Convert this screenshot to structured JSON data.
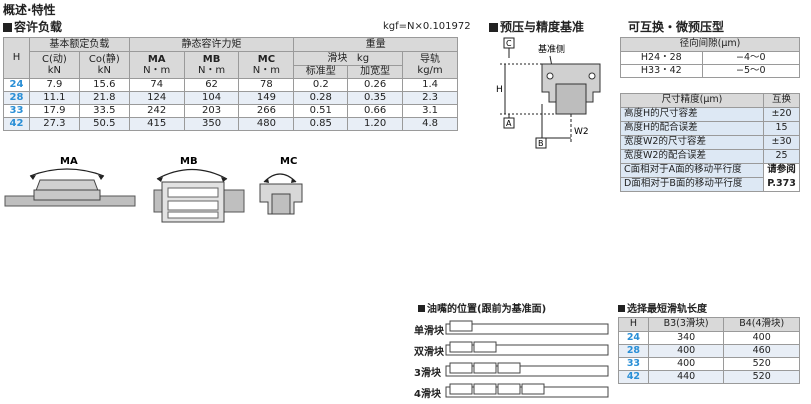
{
  "page_title": "概述·特性",
  "load": {
    "title": "容许负载",
    "kgf_note": "kgf=N×0.101972",
    "h_col": "H",
    "group_basic": "基本额定负载",
    "group_static": "静态容许力矩",
    "group_weight": "重量",
    "c_dyn": "C(动)",
    "c_static": "Co(静)",
    "unit_kn": "kN",
    "ma": "MA",
    "mb": "MB",
    "mc": "MC",
    "unit_nm": "N・m",
    "block": "滑块",
    "kg": "kg",
    "rail": "导轨",
    "std": "标准型",
    "wide": "加宽型",
    "kgm": "kg/m",
    "rows": [
      {
        "h": "24",
        "c": "7.9",
        "co": "15.6",
        "ma": "74",
        "mb": "62",
        "mc": "78",
        "std": "0.2",
        "wide": "0.26",
        "rail": "1.4"
      },
      {
        "h": "28",
        "c": "11.1",
        "co": "21.8",
        "ma": "124",
        "mb": "104",
        "mc": "149",
        "std": "0.28",
        "wide": "0.35",
        "rail": "2.3"
      },
      {
        "h": "33",
        "c": "17.9",
        "co": "33.5",
        "ma": "242",
        "mb": "203",
        "mc": "266",
        "std": "0.51",
        "wide": "0.66",
        "rail": "3.1"
      },
      {
        "h": "42",
        "c": "27.3",
        "co": "50.5",
        "ma": "415",
        "mb": "350",
        "mc": "480",
        "std": "0.85",
        "wide": "1.20",
        "rail": "4.8"
      }
    ]
  },
  "moment_labels": {
    "ma": "MA",
    "mb": "MB",
    "mc": "MC"
  },
  "accuracy": {
    "title": "预压与精度基准",
    "base_side": "基准侧",
    "label_c": "C",
    "label_a": "A",
    "label_b": "B",
    "label_h": "H",
    "label_w2": "W2"
  },
  "preload": {
    "title": "可互换・微预压型",
    "radial_header": "径向间隙(μm)",
    "radial_rows": [
      {
        "size": "H24・28",
        "value": "−4〜0"
      },
      {
        "size": "H33・42",
        "value": "−5〜0"
      }
    ],
    "acc_header": "尺寸精度(μm)",
    "interchange": "互换",
    "acc_rows": [
      {
        "item": "高度H的尺寸容差",
        "value": "±20"
      },
      {
        "item": "高度H的配合误差",
        "value": "15"
      },
      {
        "item": "宽度W2的尺寸容差",
        "value": "±30"
      },
      {
        "item": "宽度W2的配合误差",
        "value": "25"
      },
      {
        "item": "C面相对于A面的移动平行度",
        "value": "请参阅"
      },
      {
        "item": "D面相对于B面的移动平行度",
        "value": "P.373"
      }
    ]
  },
  "nipple": {
    "title": "油嘴的位置(跟前为基准面)",
    "labels": [
      "单滑块",
      "双滑块",
      "3滑块",
      "4滑块"
    ]
  },
  "shortest": {
    "title": "选择最短滑轨长度",
    "h_col": "H",
    "b3": "B3(3滑块)",
    "b4": "B4(4滑块)",
    "rows": [
      {
        "h": "24",
        "b3": "340",
        "b4": "400"
      },
      {
        "h": "28",
        "b3": "400",
        "b4": "460"
      },
      {
        "h": "33",
        "b3": "400",
        "b4": "520"
      },
      {
        "h": "42",
        "b3": "440",
        "b4": "520"
      }
    ]
  }
}
